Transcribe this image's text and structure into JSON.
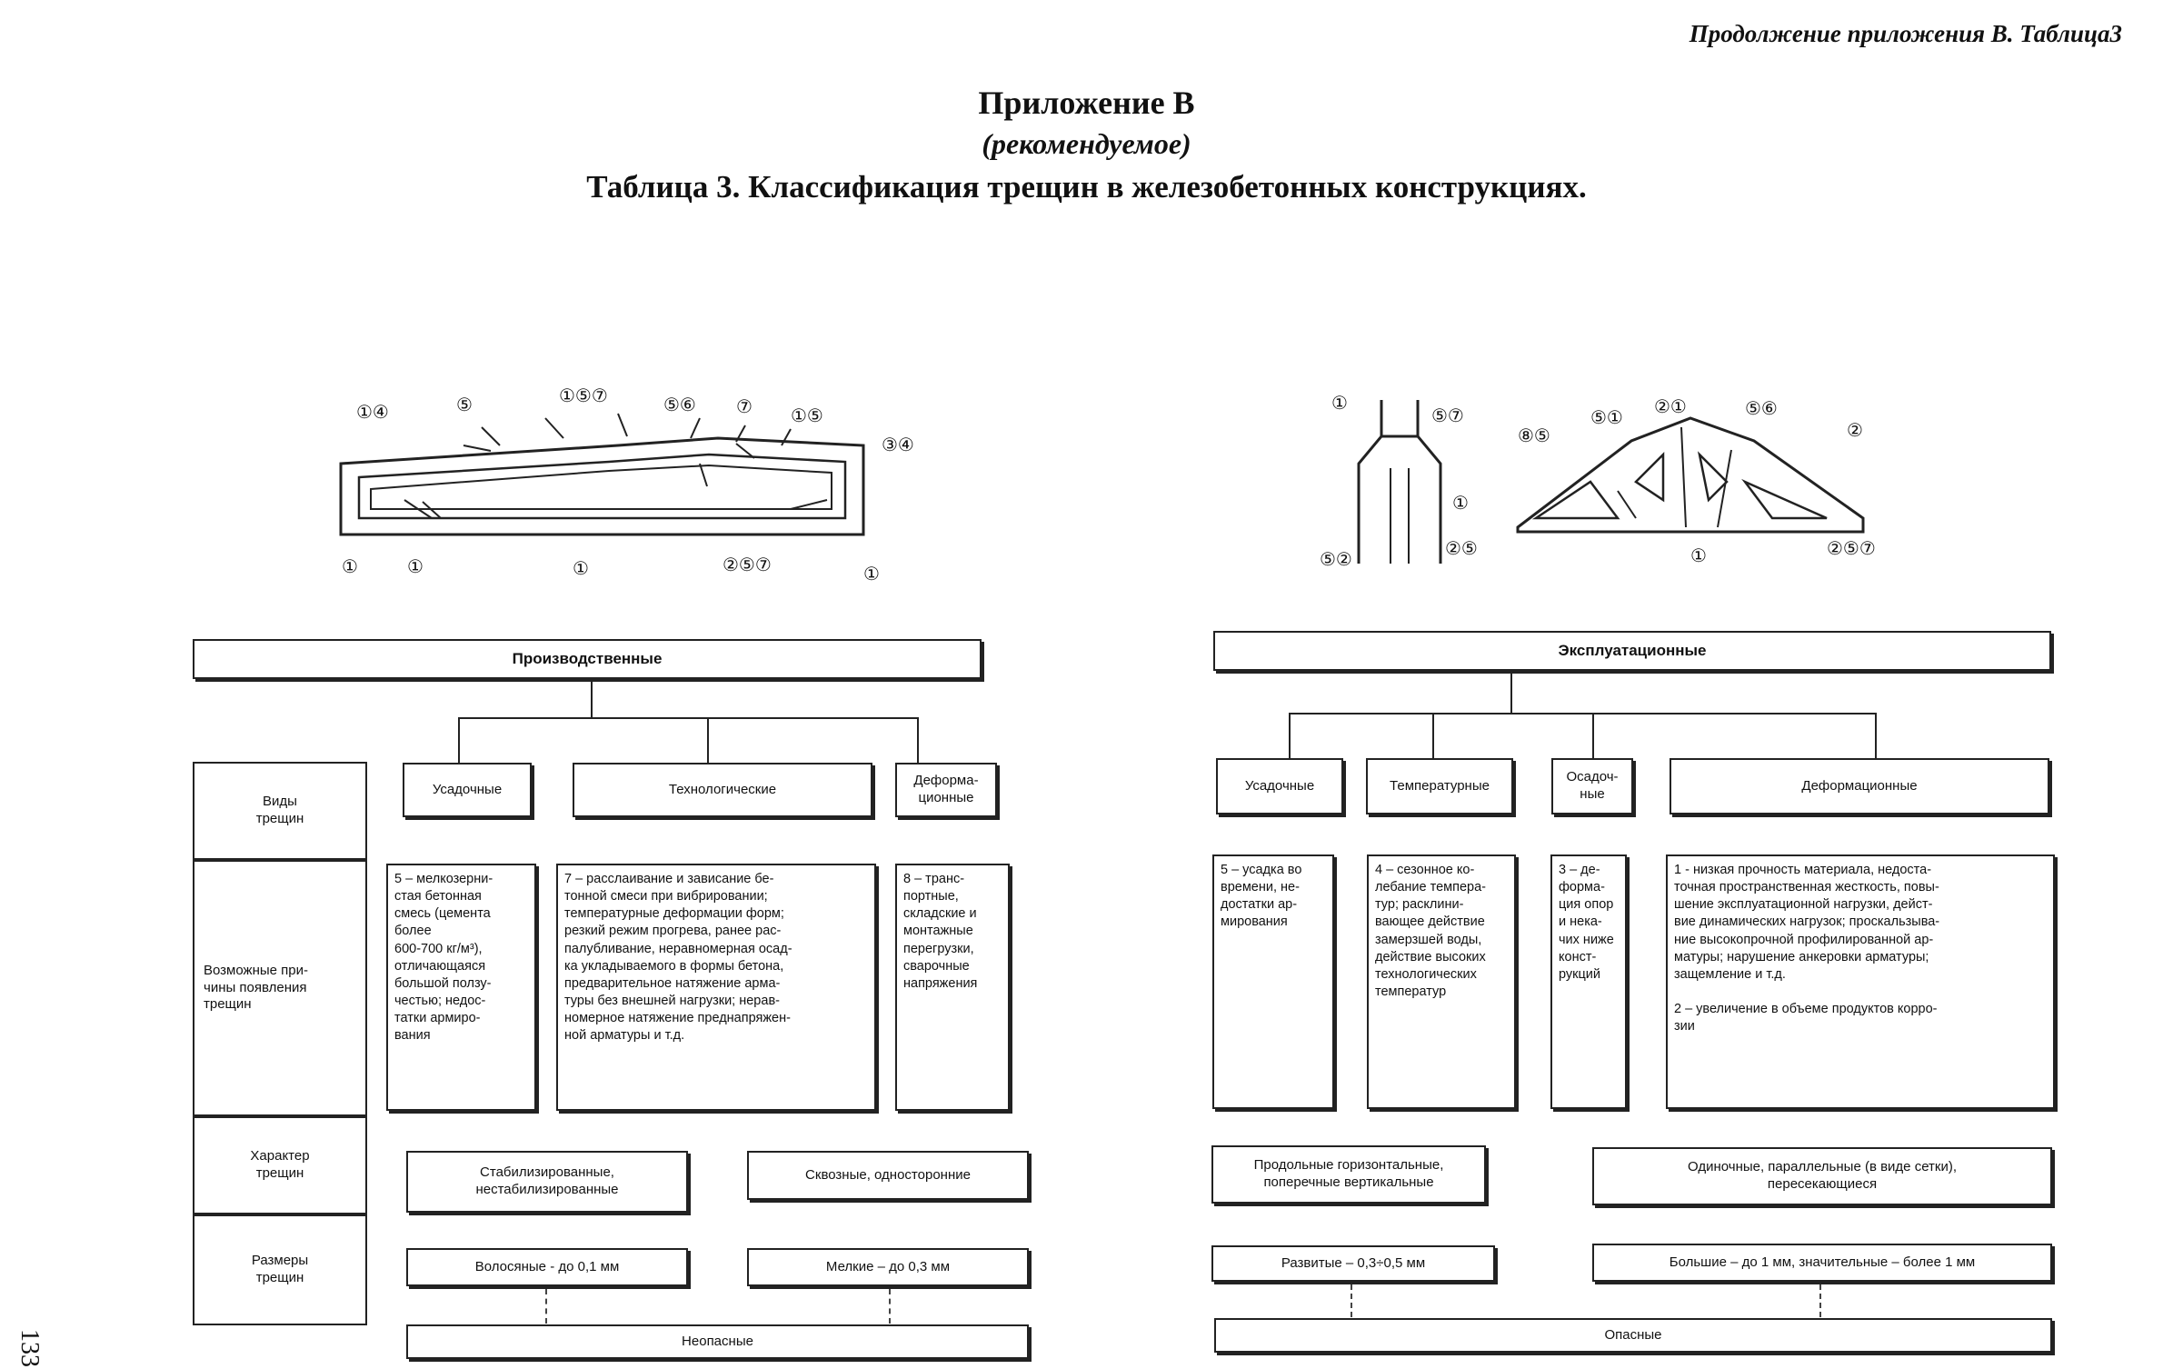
{
  "header": {
    "continuation": "Продолжение приложения В. Таблица3",
    "appendix_title": "Приложение В",
    "appendix_subtitle": "(рекомендуемое)",
    "table_title": "Таблица 3. Классификация трещин в железобетонных конструкциях."
  },
  "page_number": "133",
  "left_diagram": {
    "callouts": [
      "①④",
      "⑤",
      "①⑤⑦",
      "⑤⑥",
      "⑦",
      "①⑤",
      "③④",
      "①",
      "①",
      "①",
      "②⑤⑦",
      "①"
    ]
  },
  "right_diagram": {
    "callouts": [
      "①",
      "⑤⑦",
      "①",
      "②⑤",
      "⑤②",
      "⑧⑤",
      "⑤①",
      "②①",
      "⑤⑥",
      "②",
      "①",
      "②⑤⑦"
    ]
  },
  "rows": {
    "types": "Виды\nтрещин",
    "causes": "Возможные при-\nчины появления\nтрещин",
    "character": "Характер\nтрещин",
    "sizes": "Размеры\nтрещин"
  },
  "production": {
    "header": "Производственные",
    "types": [
      "Усадочные",
      "Технологические",
      "Деформа-\nционные"
    ],
    "causes": [
      "5 – мелкозерни-\nстая бетонная\nсмесь (цемента\nболее\n600-700 кг/м³),\nотличающаяся\nбольшой ползу-\nчестью; недос-\nтатки армиро-\nвания",
      "7 – расслаивание и зависание бе-\nтонной смеси при вибрировании;\nтемпературные деформации форм;\nрезкий режим прогрева, ранее рас-\nпалубливание, неравномерная осад-\nка укладываемого в формы бетона,\nпредварительное натяжение арма-\nтуры без внешней нагрузки; нерав-\nномерное натяжение преднапряжен-\nной арматуры и т.д.",
      "8 – транс-\nпортные,\nскладские и\nмонтажные\nперегрузки,\nсварочные\nнапряжения"
    ],
    "character": [
      "Стабилизированные,\nнестабилизированные",
      "Сквозные, односторонние"
    ],
    "sizes": [
      "Волосяные - до 0,1 мм",
      "Мелкие – до 0,3 мм"
    ],
    "verdict": "Неопасные"
  },
  "exploitation": {
    "header": "Эксплуатационные",
    "types": [
      "Усадочные",
      "Температурные",
      "Осадоч-\nные",
      "Деформационные"
    ],
    "causes": [
      "5 – усадка во\nвремени, не-\nдостатки ар-\nмирования",
      "4 – сезонное ко-\nлебание темпера-\nтур; расклини-\nвающее действие\nзамерзшей воды,\nдействие высоких\nтехнологических\nтемператур",
      "3 – де-\nформа-\nция опор\nи нека-\nчих ниже\nконст-\nрукций",
      "1 - низкая прочность материала, недоста-\nточная пространственная жесткость, повы-\nшение эксплуатационной нагрузки, дейст-\nвие динамических нагрузок; проскальзыва-\nние высокопрочной профилированной ар-\nматуры; нарушение анкеровки арматуры;\nзащемление и т.д.\n\n2 – увеличение в объеме продуктов корро-\nзии"
    ],
    "character": [
      "Продольные горизонтальные,\nпоперечные вертикальные",
      "Одиночные, параллельные (в виде сетки),\nпересекающиеся"
    ],
    "sizes": [
      "Развитые – 0,3÷0,5 мм",
      "Большие – до 1 мм, значительные – более 1 мм"
    ],
    "verdict": "Опасные"
  }
}
